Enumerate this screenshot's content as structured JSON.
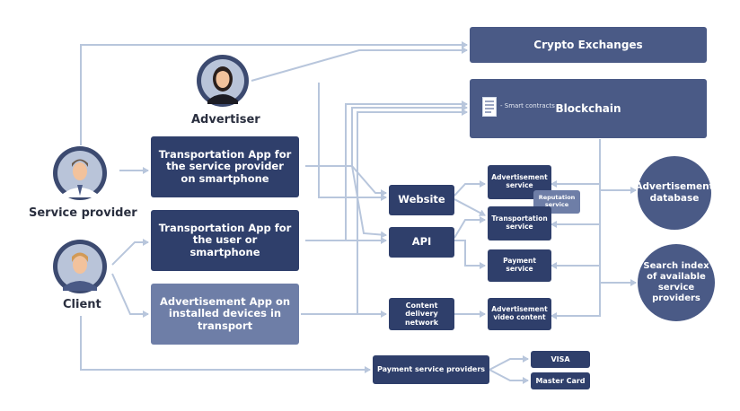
{
  "actors": {
    "advertiser": "Advertiser",
    "service_provider": "Service provider",
    "client": "Client"
  },
  "top": {
    "crypto": "Crypto Exchanges",
    "blockchain": "Blockchain",
    "smart_contracts": "- Smart contracts"
  },
  "apps": {
    "provider_app": "Transportation App for the service provider on smartphone",
    "user_app": "Transportation App for the user or smartphone",
    "ad_app": "Advertisement App on installed devices in transport"
  },
  "middle": {
    "website": "Website",
    "api": "API",
    "cdn": "Content delivery network"
  },
  "services": {
    "advertisement_service": "Advertisement service",
    "reputation_service": "Reputation service",
    "transportation_service": "Transportation service",
    "payment_service": "Payment service",
    "ad_video": "Advertisement video content"
  },
  "databases": {
    "ad_db": "Advertisement database",
    "search_index": "Search index of available service providers"
  },
  "payments": {
    "providers": "Payment service providers",
    "visa": "VISA",
    "mastercard": "Master Card"
  },
  "colors": {
    "dark": "#2f3f6b",
    "mid": "#4a5a86",
    "light": "#6e7ea7",
    "line": "#b8c6dc"
  },
  "icons": {
    "document": "document-icon",
    "person": "person-avatar-icon"
  }
}
